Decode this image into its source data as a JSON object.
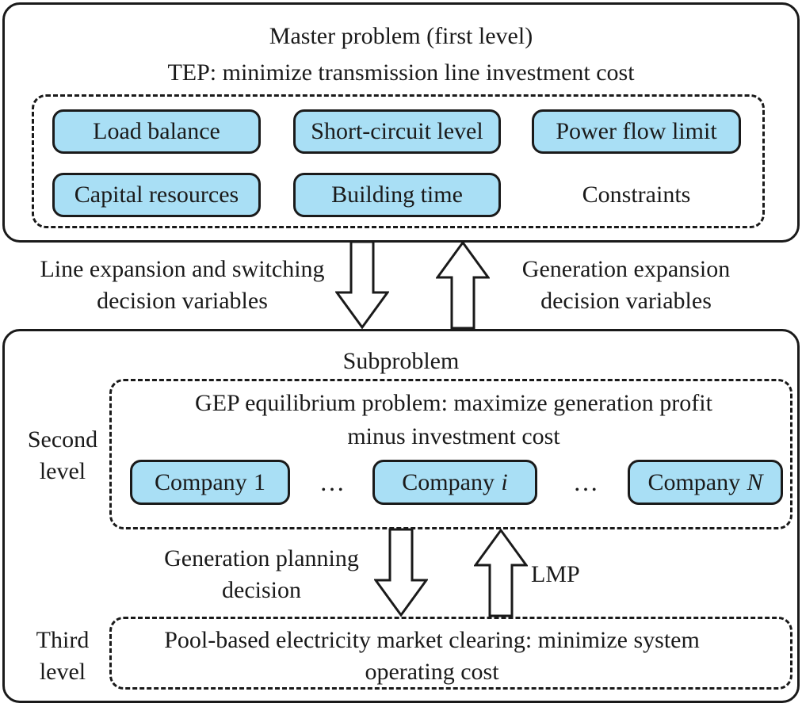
{
  "colors": {
    "box_fill": "#A9DFF5",
    "line": "#1A1A1A",
    "background": "#FFFFFF"
  },
  "master": {
    "title": "Master problem (first level)",
    "subtitle": "TEP: minimize transmission line investment cost",
    "constraint_boxes": {
      "load_balance": "Load balance",
      "short_circuit": "Short-circuit level",
      "power_flow": "Power flow limit",
      "capital_resources": "Capital resources",
      "building_time": "Building time"
    },
    "constraints_label": "Constraints"
  },
  "flows_top": {
    "left_label_line1": "Line expansion and switching",
    "left_label_line2": "decision variables",
    "right_label_line1": "Generation expansion",
    "right_label_line2": "decision variables"
  },
  "subproblem": {
    "title": "Subproblem",
    "second_level_line1": "Second",
    "second_level_line2": "level",
    "gep": {
      "title_line1": "GEP equilibrium problem: maximize generation profit",
      "title_line2": "minus investment cost",
      "companies": [
        {
          "prefix": "Company",
          "var": "1"
        },
        {
          "prefix": "Company",
          "var": "i"
        },
        {
          "prefix": "Company",
          "var": "N"
        }
      ],
      "ellipsis": "…"
    }
  },
  "flows_bottom": {
    "left_label_line1": "Generation planning",
    "left_label_line2": "decision",
    "lmp_label": "LMP"
  },
  "third_level": {
    "label_line1": "Third",
    "label_line2": "level",
    "market_text_line1": "Pool-based electricity market clearing: minimize system",
    "market_text_line2": "operating cost"
  }
}
